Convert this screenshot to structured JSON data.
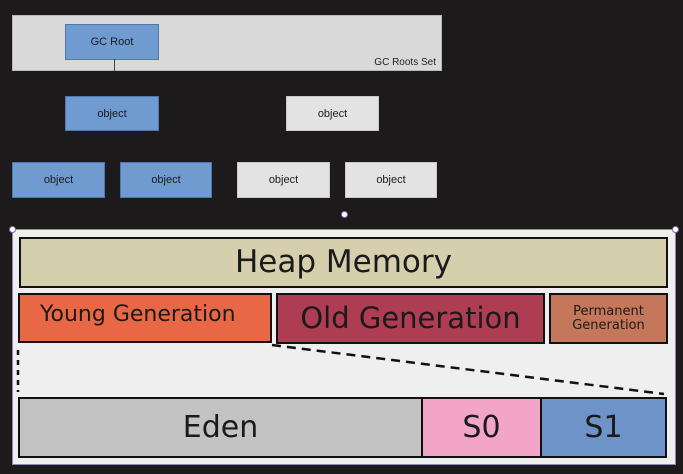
{
  "gc_roots": {
    "set_label": "GC Roots Set",
    "root_label": "GC Root",
    "objects": [
      {
        "label": "object",
        "reachable": true
      },
      {
        "label": "object",
        "reachable": false
      },
      {
        "label": "object",
        "reachable": true
      },
      {
        "label": "object",
        "reachable": true
      },
      {
        "label": "object",
        "reachable": false
      },
      {
        "label": "object",
        "reachable": false
      }
    ]
  },
  "heap": {
    "title": "Heap Memory",
    "generations": {
      "young": "Young Generation",
      "old": "Old Generation",
      "permanent": "Permanent\nGeneration"
    },
    "young_spaces": {
      "eden": "Eden",
      "s0": "S0",
      "s1": "S1"
    }
  },
  "colors": {
    "background": "#1c1a1b",
    "reachable_object": "#6f9bd1",
    "unreachable_object": "#e3e3e3",
    "heap_title": "#d6cfae",
    "young_generation": "#e86845",
    "old_generation": "#ae3c52",
    "permanent_generation": "#c5775b",
    "eden": "#c3c3c3",
    "s0": "#f2a5c7",
    "s1": "#6e93c8"
  }
}
